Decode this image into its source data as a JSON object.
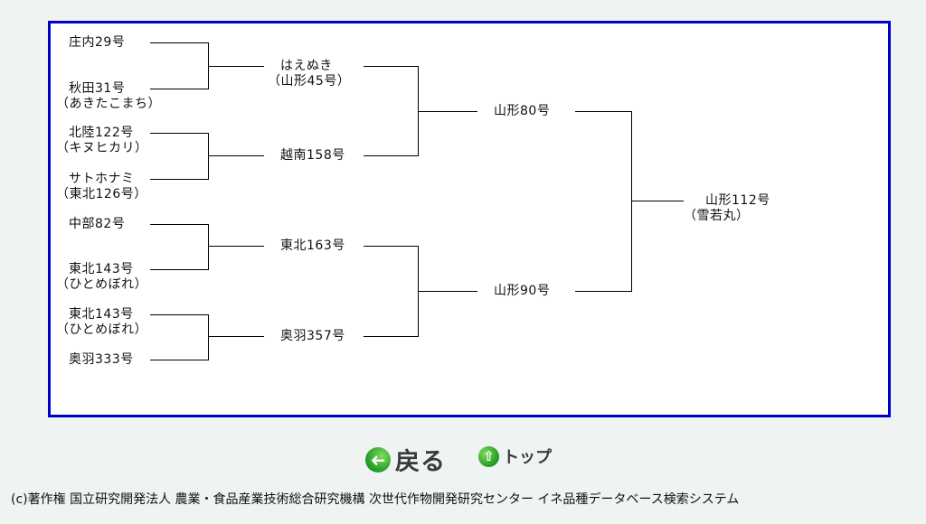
{
  "tree": {
    "nodes": [
      {
        "id": "shonai29",
        "lines": [
          "庄内29号"
        ]
      },
      {
        "id": "akita31",
        "lines": [
          "秋田31号",
          "（あきたこまち）"
        ]
      },
      {
        "id": "hokuriku122",
        "lines": [
          "北陸122号",
          "（キヌヒカリ）"
        ]
      },
      {
        "id": "satohonami",
        "lines": [
          "サトホナミ",
          "（東北126号）"
        ]
      },
      {
        "id": "chubu82",
        "lines": [
          "中部82号"
        ]
      },
      {
        "id": "tohoku143a",
        "lines": [
          "東北143号",
          "（ひとめぼれ）"
        ]
      },
      {
        "id": "tohoku143b",
        "lines": [
          "東北143号",
          "（ひとめぼれ）"
        ]
      },
      {
        "id": "ou333",
        "lines": [
          "奥羽333号"
        ]
      },
      {
        "id": "haenuki",
        "lines": [
          "はえぬき",
          "（山形45号）"
        ]
      },
      {
        "id": "etsunan158",
        "lines": [
          "越南158号"
        ]
      },
      {
        "id": "tohoku163",
        "lines": [
          "東北163号"
        ]
      },
      {
        "id": "ou357",
        "lines": [
          "奥羽357号"
        ]
      },
      {
        "id": "yamagata80",
        "lines": [
          "山形80号"
        ]
      },
      {
        "id": "yamagata90",
        "lines": [
          "山形90号"
        ]
      },
      {
        "id": "yamagata112",
        "lines": [
          "山形112号",
          "（雪若丸）"
        ]
      }
    ],
    "edges": [
      [
        "shonai29",
        "haenuki"
      ],
      [
        "akita31",
        "haenuki"
      ],
      [
        "hokuriku122",
        "etsunan158"
      ],
      [
        "satohonami",
        "etsunan158"
      ],
      [
        "chubu82",
        "tohoku163"
      ],
      [
        "tohoku143a",
        "tohoku163"
      ],
      [
        "tohoku143b",
        "ou357"
      ],
      [
        "ou333",
        "ou357"
      ],
      [
        "haenuki",
        "yamagata80"
      ],
      [
        "etsunan158",
        "yamagata80"
      ],
      [
        "tohoku163",
        "yamagata90"
      ],
      [
        "ou357",
        "yamagata90"
      ],
      [
        "yamagata80",
        "yamagata112"
      ],
      [
        "yamagata90",
        "yamagata112"
      ]
    ]
  },
  "nav": {
    "back_label": "戻る",
    "back_icon": "left-arrow-icon",
    "top_label": "トップ",
    "top_icon": "up-arrow-icon"
  },
  "footer": {
    "text": "(c)著作権 国立研究開発法人 農業・食品産業技術総合研究機構 次世代作物開発研究センター イネ品種データベース検索システム"
  },
  "colors": {
    "panel_border": "#0000c8",
    "page_background": "#eff3f2",
    "icon_green": "#1f9a24"
  }
}
